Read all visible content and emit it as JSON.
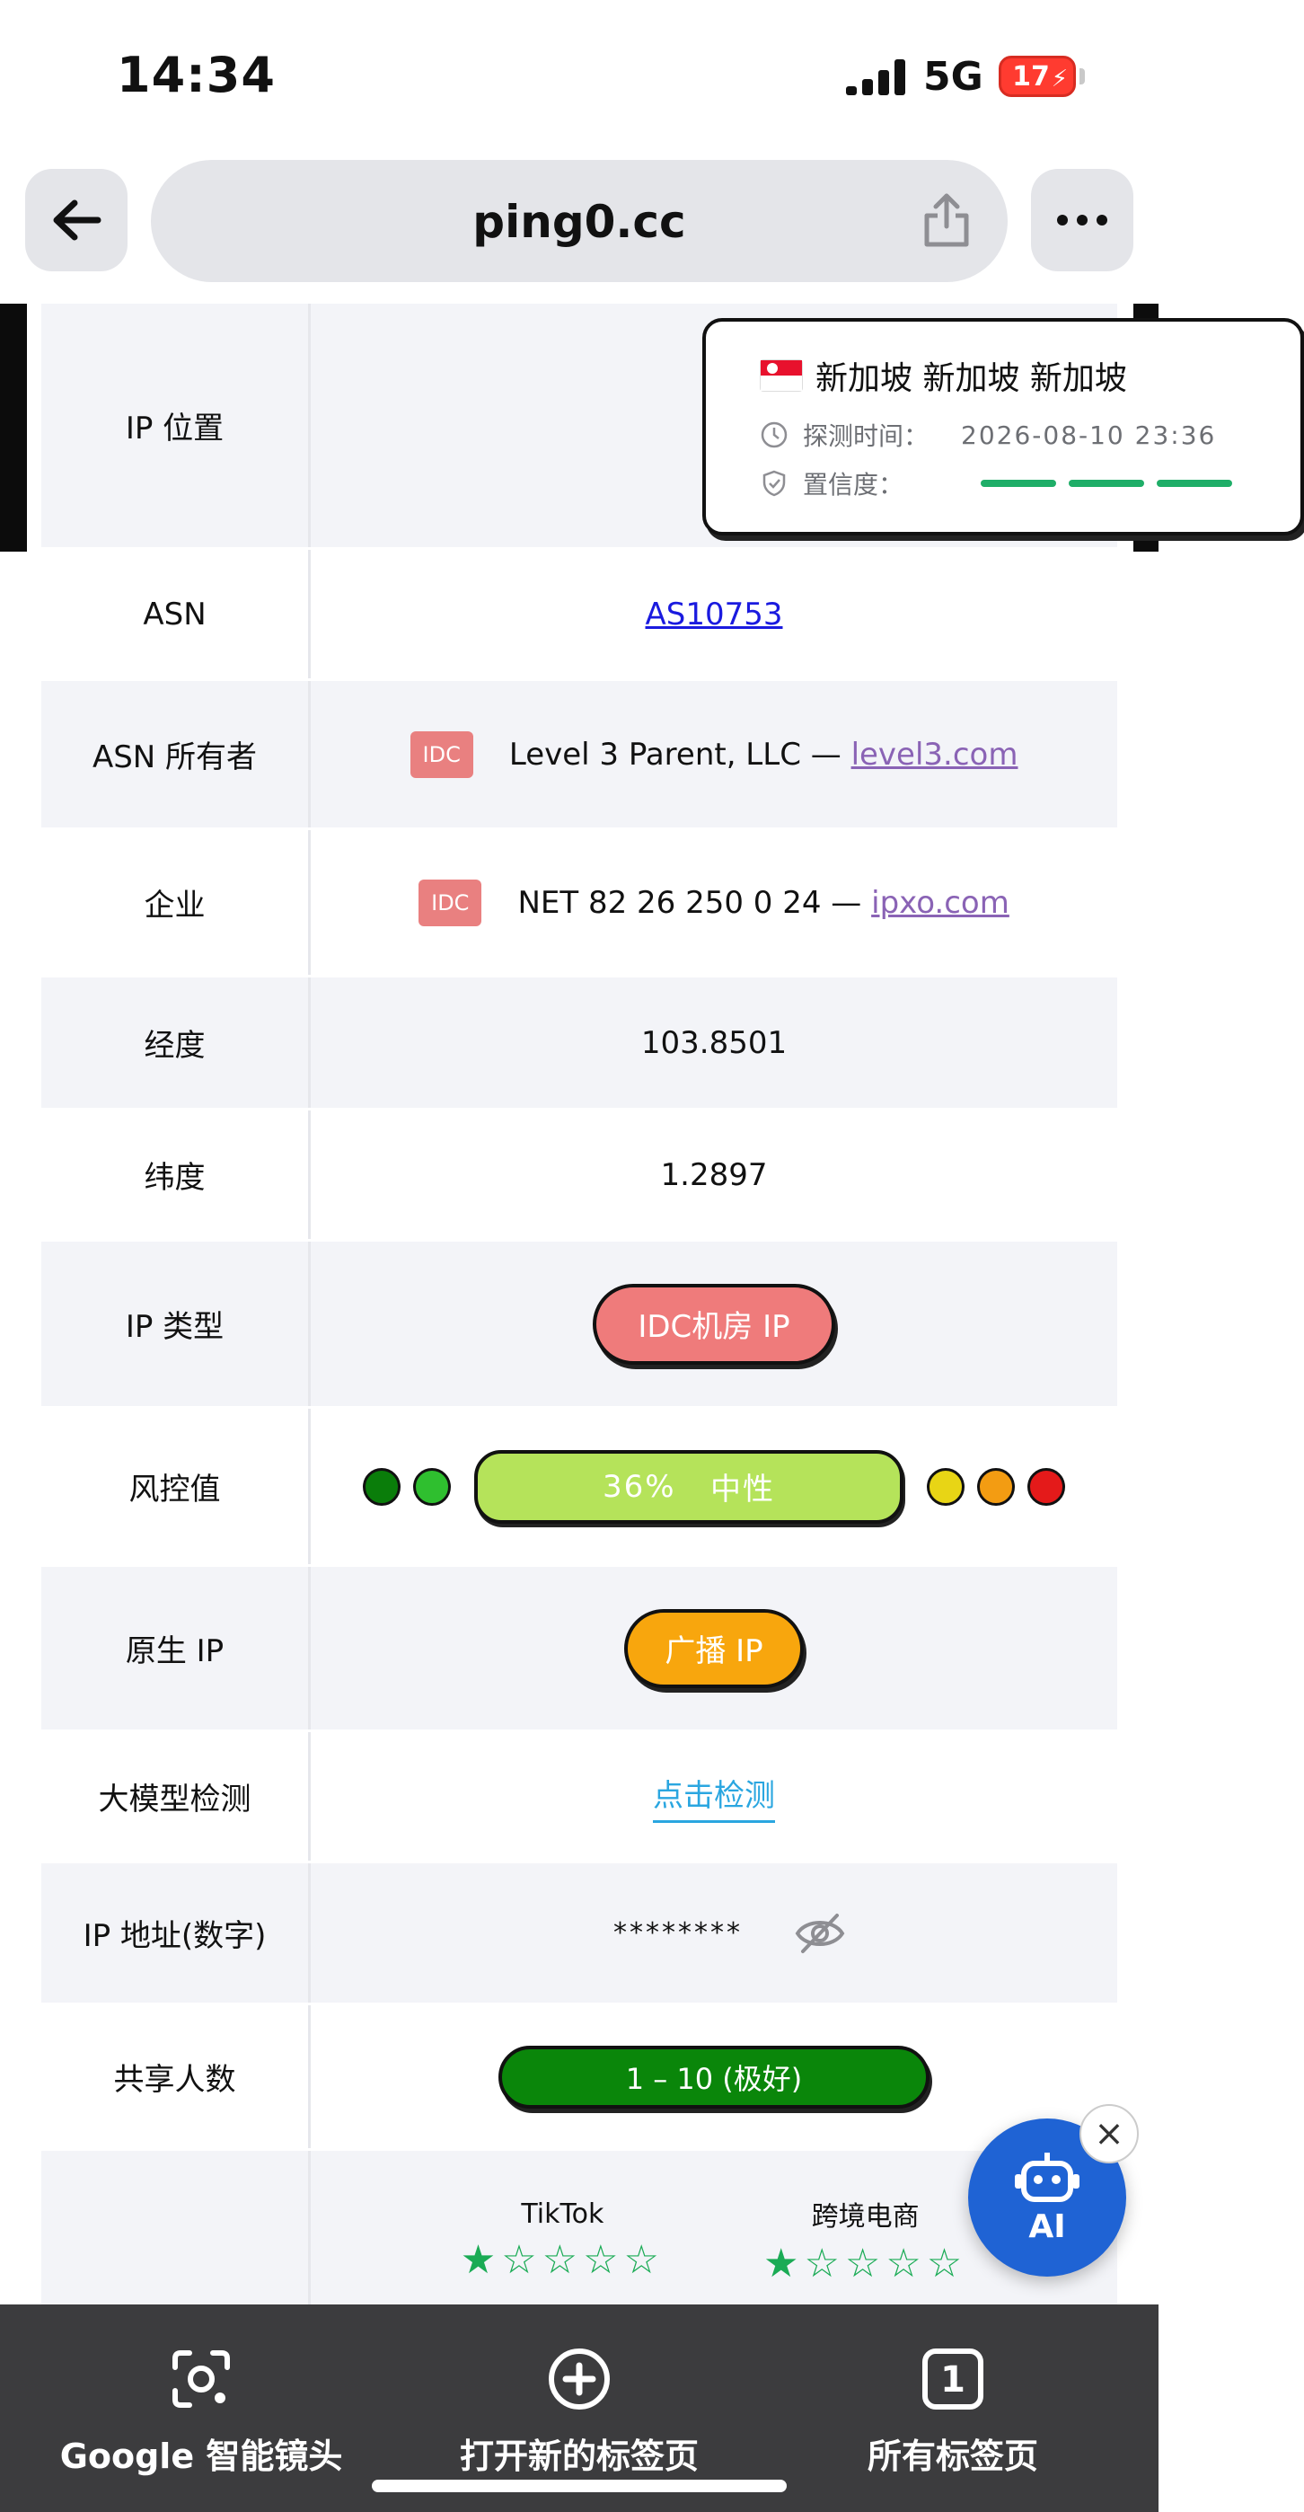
{
  "status_bar": {
    "time": "14:34",
    "network": "5G",
    "battery": "17"
  },
  "browser": {
    "url": "ping0.cc"
  },
  "rows": {
    "ip_location": {
      "label": "IP 位置",
      "location": "新加坡 新加坡 新加坡",
      "detect_time_label": "探测时间：",
      "detect_time": "2026-08-10 23:36",
      "confidence_label": "置信度：",
      "confidence_level": 3
    },
    "asn": {
      "label": "ASN",
      "value": "AS10753"
    },
    "asn_owner": {
      "label": "ASN 所有者",
      "tag": "IDC",
      "text": "Level 3 Parent, LLC —",
      "domain": "level3.com"
    },
    "enterprise": {
      "label": "企业",
      "tag": "IDC",
      "text": "NET 82 26 250 0 24 —",
      "domain": "ipxo.com"
    },
    "longitude": {
      "label": "经度",
      "value": "103.8501"
    },
    "latitude": {
      "label": "纬度",
      "value": "1.2897"
    },
    "ip_type": {
      "label": "IP 类型",
      "value": "IDC机房 IP"
    },
    "risk": {
      "label": "风控值",
      "percent_text": "36%",
      "level_text": "中性",
      "percent": 36,
      "colors": [
        "#0a7d0a",
        "#2fbf2f",
        "#b5e35a",
        "#e8d515",
        "#f39c12",
        "#e41a1a"
      ]
    },
    "native_ip": {
      "label": "原生 IP",
      "value": "广播 IP"
    },
    "llm_detect": {
      "label": "大模型检测",
      "link": "点击检测"
    },
    "ip_numeric": {
      "label": "IP 地址(数字)",
      "value": "********"
    },
    "shared_users": {
      "label": "共享人数",
      "value": "1 – 10 (极好)"
    },
    "ratings": {
      "label": "",
      "items": [
        {
          "name": "TikTok",
          "stars": "★☆☆☆☆"
        },
        {
          "name": "跨境电商",
          "stars": "★☆☆☆☆"
        }
      ]
    }
  },
  "ai_button": {
    "label": "AI",
    "close": "×"
  },
  "toolbar": {
    "lens": "Google 智能镜头",
    "new_tab": "打开新的标签页",
    "all_tabs": "所有标签页",
    "tab_count": "1"
  }
}
